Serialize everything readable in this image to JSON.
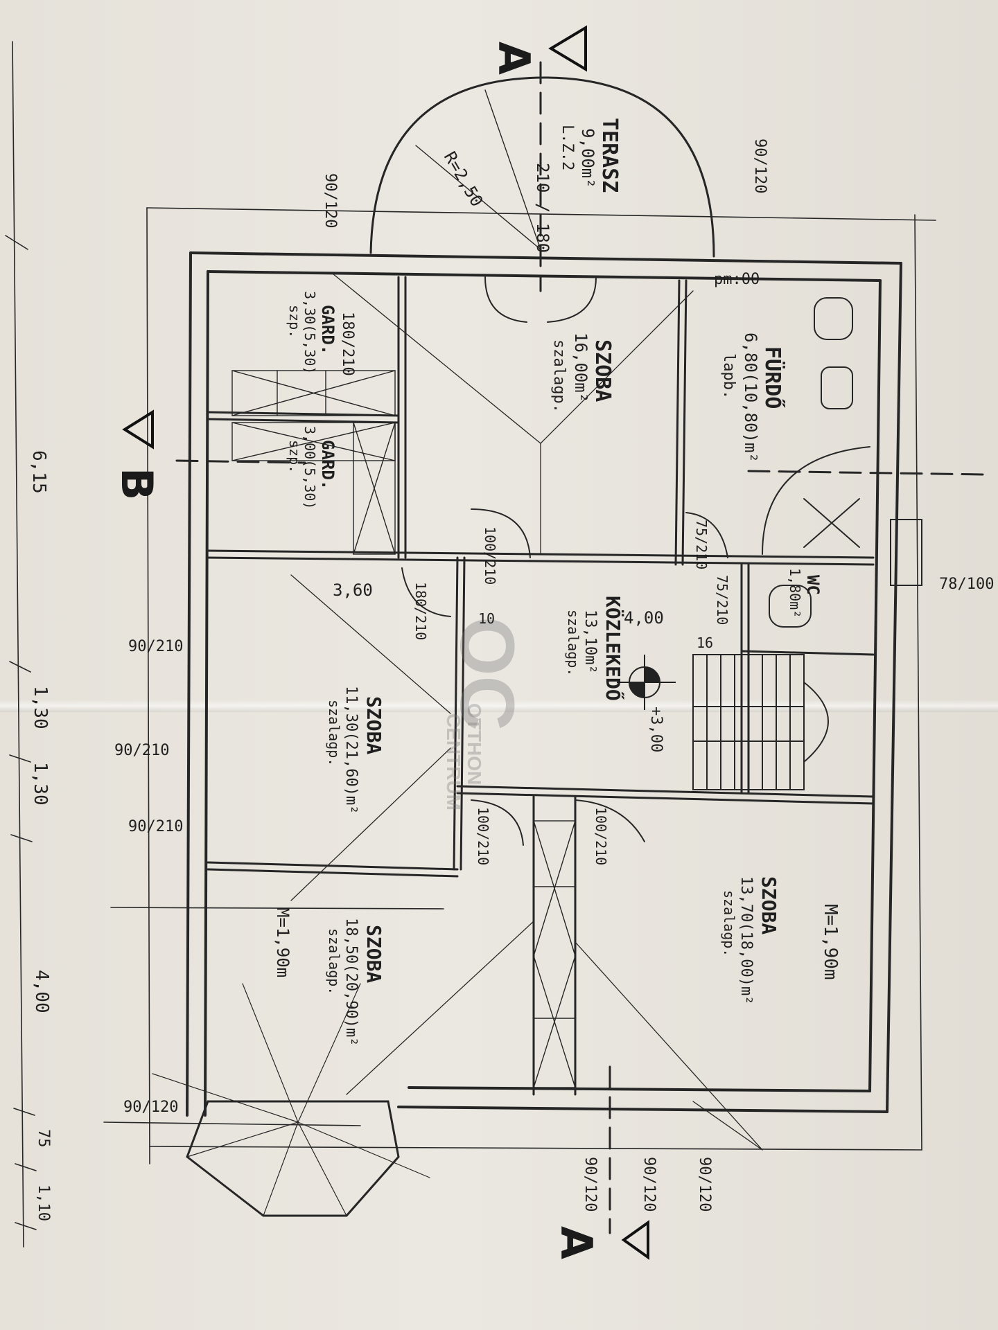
{
  "section_markers": {
    "a": "A",
    "b": "B"
  },
  "rooms": {
    "terasz": {
      "name": "TERASZ",
      "area": "9,00m²",
      "note": "L.Z.2"
    },
    "szoba_top": {
      "name": "SZOBA",
      "area": "16,00m²",
      "floor": "szalagp."
    },
    "furdo": {
      "name": "FÜRDŐ",
      "area": "6,80(10,80)m²",
      "floor": "lapb."
    },
    "gard1": {
      "name": "GARD.",
      "area": "3,30(5,30)",
      "floor": "szp."
    },
    "gard2": {
      "name": "GARD.",
      "area": "3,00(5,30)",
      "floor": "szp."
    },
    "kozlekedo": {
      "name": "KÖZLEKEDŐ",
      "area": "13,10m²",
      "floor": "szalagp."
    },
    "wc": {
      "name": "WC",
      "area": "1,80m²"
    },
    "szoba_mid": {
      "name": "SZOBA",
      "area": "11,30(21,60)m²",
      "floor": "szalagp."
    },
    "szoba_bl": {
      "name": "SZOBA",
      "area": "18,50(20,90)m²",
      "floor": "szalagp.",
      "height": "M=1,90m"
    },
    "szoba_br": {
      "name": "SZOBA",
      "area": "13,70(18,00)m²",
      "floor": "szalagp.",
      "height": "M=1,90m"
    }
  },
  "dimensions": {
    "radius": "R=2,50",
    "terrace_door": "180/210",
    "door_100_210": "100/210",
    "door_75_210": "75/210",
    "door_1_8": "180/210",
    "frame": "pm:00",
    "corridor_width": "4,00",
    "room_width": "3,60",
    "level": "+3,00",
    "wall_10": "10",
    "wall_16": "16",
    "win_90_120": "90/120",
    "win_90_210": "90/210",
    "left_chain": [
      "6,15",
      "1,30",
      "1,30",
      "4,00",
      "75",
      "1,10"
    ],
    "right_78_100": "78/100",
    "arc_210_180": "210 / 180"
  },
  "watermark": {
    "line1": "OC",
    "line2": "OTTHON",
    "line3": "CENTRUM"
  }
}
